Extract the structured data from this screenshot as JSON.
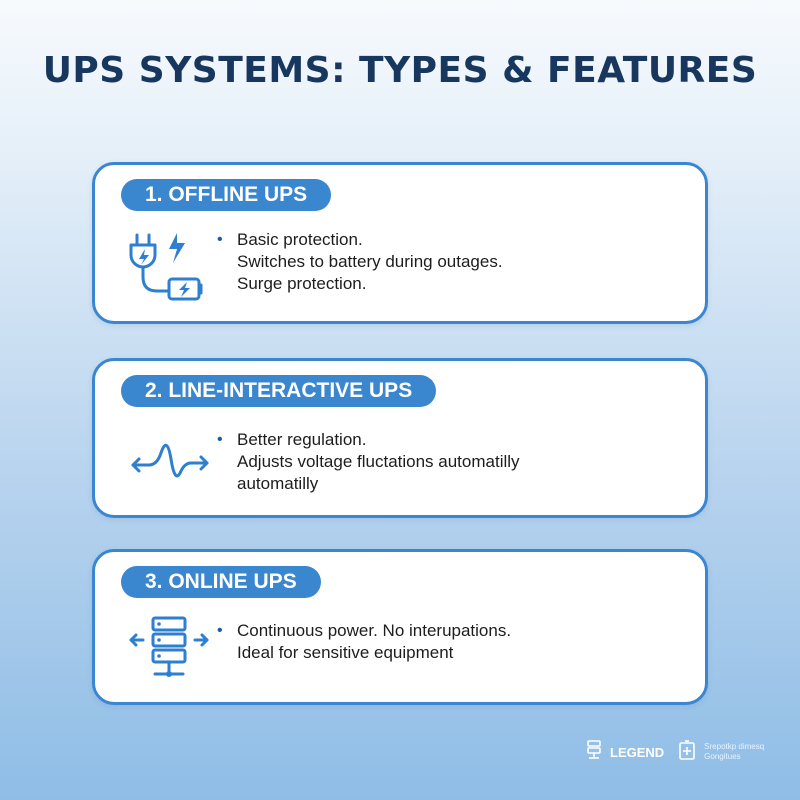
{
  "title": "UPS SYSTEMS: TYPES & FEATURES",
  "cards": [
    {
      "label": "1. OFFLINE UPS",
      "icon": "plug-battery-icon",
      "lines": [
        "Basic protection.",
        "Switches to battery during outages.",
        "Surge protection."
      ]
    },
    {
      "label": "2. LINE-INTERACTIVE UPS",
      "icon": "voltage-wave-icon",
      "lines": [
        "Better regulation.",
        "Adjusts voltage fluctations automatilly",
        "automatilly"
      ]
    },
    {
      "label": "3. ONLINE UPS",
      "icon": "server-rack-icon",
      "lines": [
        "Continuous power. No interupations.",
        "Ideal for sensitive equipment"
      ]
    }
  ],
  "legend": {
    "label": "LEGEND",
    "note_line_1": "Srepotkp dimesq",
    "note_line_2": "Gongitues"
  },
  "colors": {
    "title": "#17375f",
    "accent": "#3a86cf",
    "card_border": "#3b86d0",
    "text": "#1d1d1f"
  }
}
